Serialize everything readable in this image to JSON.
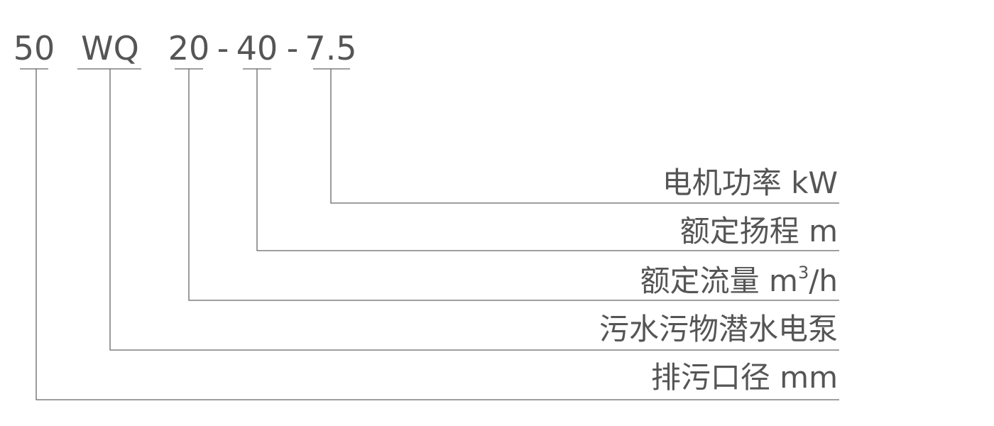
{
  "model_code": {
    "segments": [
      "50",
      "WQ",
      "20",
      "40",
      "7.5"
    ],
    "separators": [
      "-",
      "-"
    ]
  },
  "labels": [
    {
      "text": "电机功率 kW"
    },
    {
      "text": "额定扬程 m"
    },
    {
      "text": "额定流量 m",
      "superscript": "3",
      "suffix": "/h"
    },
    {
      "text": "污水污物潜水电泵"
    },
    {
      "text": "排污口径 mm"
    }
  ],
  "colors": {
    "text": "#555555",
    "line": "#666666",
    "background": "#ffffff"
  }
}
